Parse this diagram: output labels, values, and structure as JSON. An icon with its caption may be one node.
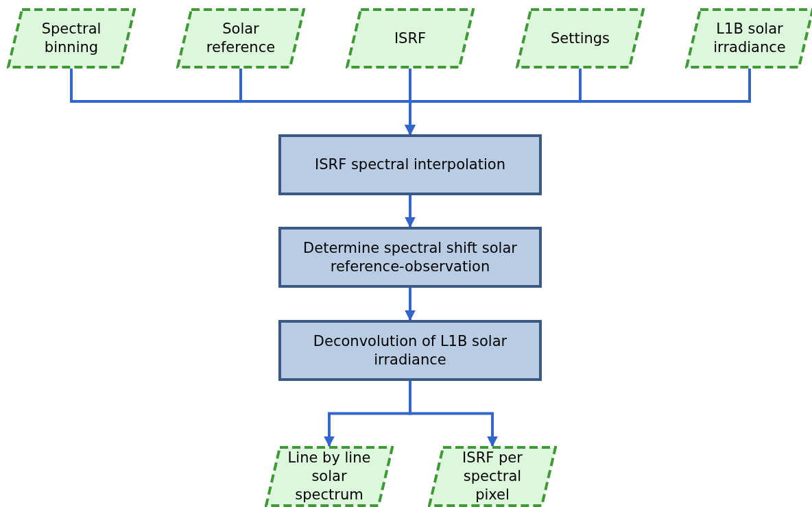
{
  "diagram": {
    "nodes": [
      {
        "text": [
          "Spectral binning"
        ]
      },
      {
        "text": [
          "Solar reference"
        ]
      },
      {
        "text": [
          "ISRF"
        ]
      },
      {
        "text": [
          "Settings"
        ]
      },
      {
        "text": [
          "L1B solar irradiance"
        ]
      },
      {
        "text": [
          "ISRF spectral interpolation"
        ]
      },
      {
        "text": [
          "Determine spectral shift solar reference-observation"
        ]
      },
      {
        "text": [
          "Deconvolution of L1B solar irradiance"
        ]
      },
      {
        "text": [
          "Line by line solar spectrum"
        ]
      },
      {
        "text": [
          "ISRF per spectral pixel"
        ]
      }
    ],
    "edges": [
      {
        "from": 0,
        "to": 5,
        "arrow": "to"
      },
      {
        "from": 1,
        "to": 5,
        "arrow": "to"
      },
      {
        "from": 2,
        "to": 5,
        "arrow": "to"
      },
      {
        "from": 3,
        "to": 5,
        "arrow": "to"
      },
      {
        "from": 4,
        "to": 5,
        "arrow": "to"
      },
      {
        "from": 5,
        "to": 6,
        "arrow": "to"
      },
      {
        "from": 6,
        "to": 7,
        "arrow": "to"
      },
      {
        "from": 7,
        "to": 8,
        "arrow": "to"
      },
      {
        "from": 7,
        "to": 9,
        "arrow": "to"
      }
    ]
  }
}
